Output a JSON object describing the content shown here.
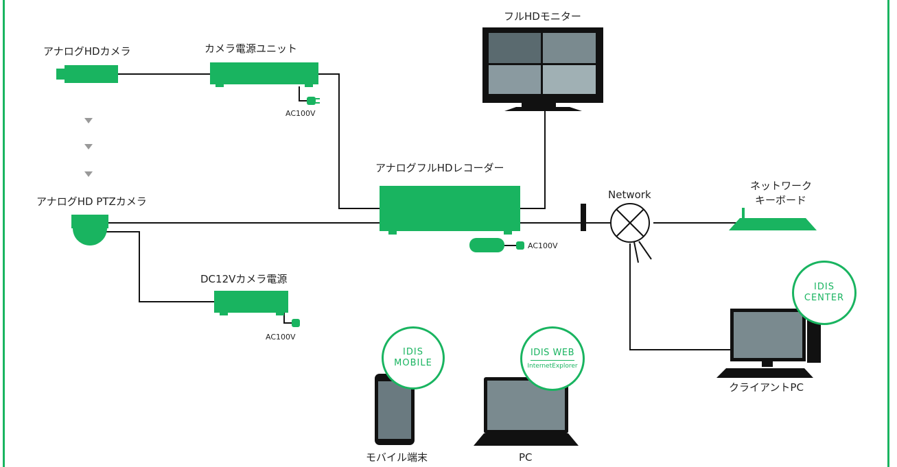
{
  "colors": {
    "accent": "#19b460",
    "line": "#111111",
    "screen": "#5a6a6f"
  },
  "labels": {
    "analog_hd_camera": "アナログHDカメラ",
    "camera_power_unit": "カメラ電源ユニット",
    "ac100v_1": "AC100V",
    "full_hd_monitor": "フルHDモニター",
    "analog_full_hd_recorder": "アナログフルHDレコーダー",
    "ac100v_2": "AC100V",
    "analog_hd_ptz_camera": "アナログHD PTZカメラ",
    "dc12v_camera_power": "DC12Vカメラ電源",
    "ac100v_3": "AC100V",
    "network": "Network",
    "network_keyboard_line1": "ネットワーク",
    "network_keyboard_line2": "キーボード",
    "client_pc": "クライアントPC",
    "mobile_device": "モバイル端末",
    "pc": "PC"
  },
  "badges": {
    "idis_mobile": {
      "line1": "IDIS",
      "line2": "MOBILE"
    },
    "idis_web": {
      "line1": "IDIS WEB",
      "line2": "InternetExplorer"
    },
    "idis_center": {
      "line1": "IDIS",
      "line2": "CENTER"
    }
  },
  "icons": [
    "camera-icon",
    "power-unit-icon",
    "plug-icon",
    "monitor-icon",
    "recorder-icon",
    "ptz-camera-icon",
    "adapter-icon",
    "network-hub-icon",
    "keyboard-icon",
    "desktop-pc-icon",
    "smartphone-icon",
    "laptop-icon",
    "arrow-down-icon"
  ]
}
